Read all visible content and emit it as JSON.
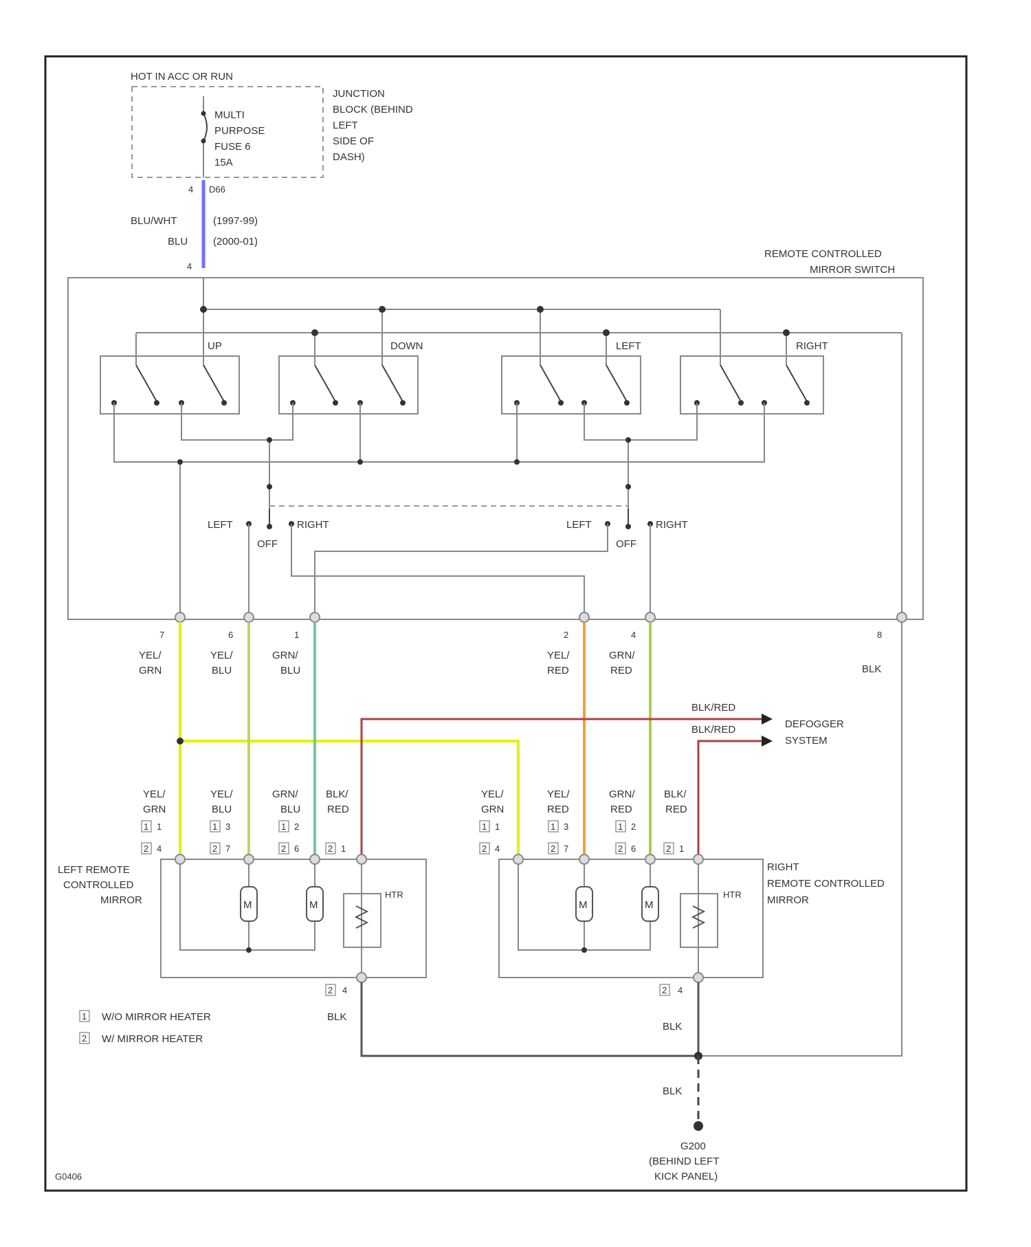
{
  "diagram_id": "G0406",
  "power": {
    "hot_label": "HOT IN ACC OR RUN",
    "fuse": [
      "MULTI",
      "PURPOSE",
      "FUSE 6",
      "15A"
    ],
    "junction": [
      "JUNCTION",
      "BLOCK (BEHIND",
      "LEFT",
      "SIDE OF",
      "DASH)"
    ],
    "pin_top": "4",
    "pin_top_code": "D66",
    "pin_switch": "4",
    "wire1_color": "BLU/WHT",
    "wire1_years": "(1997-99)",
    "wire2_color": "BLU",
    "wire2_years": "(2000-01)"
  },
  "switch_module": {
    "title": [
      "REMOTE CONTROLLED",
      "MIRROR SWITCH"
    ],
    "directions": [
      "UP",
      "DOWN",
      "LEFT",
      "RIGHT"
    ],
    "selector": {
      "left": "LEFT",
      "off": "OFF",
      "right": "RIGHT"
    }
  },
  "switch_pins": [
    {
      "pin": "7",
      "color": [
        "YEL/",
        "GRN"
      ]
    },
    {
      "pin": "6",
      "color": [
        "YEL/",
        "BLU"
      ]
    },
    {
      "pin": "1",
      "color": [
        "GRN/",
        "BLU"
      ]
    },
    {
      "pin": "2",
      "color": [
        "YEL/",
        "RED"
      ]
    },
    {
      "pin": "4",
      "color": [
        "GRN/",
        "RED"
      ]
    },
    {
      "pin": "8",
      "color": [
        "BLK"
      ]
    }
  ],
  "defogger": {
    "wires": [
      "BLK/RED",
      "BLK/RED"
    ],
    "label": [
      "DEFOGGER",
      "SYSTEM"
    ]
  },
  "left_mirror": {
    "title": [
      "LEFT REMOTE",
      "CONTROLLED",
      "MIRROR"
    ],
    "wires": [
      {
        "color": [
          "YEL/",
          "GRN"
        ],
        "pins": [
          "1",
          "4"
        ]
      },
      {
        "color": [
          "YEL/",
          "BLU"
        ],
        "pins": [
          "3",
          "7"
        ]
      },
      {
        "color": [
          "GRN/",
          "BLU"
        ],
        "pins": [
          "2",
          "6"
        ]
      },
      {
        "color": [
          "BLK/",
          "RED"
        ],
        "pins": [
          "",
          "1"
        ]
      }
    ],
    "heater": "HTR",
    "motor": "M",
    "ground_pin": "4"
  },
  "right_mirror": {
    "title": [
      "RIGHT",
      "REMOTE CONTROLLED",
      "MIRROR"
    ],
    "wires": [
      {
        "color": [
          "YEL/",
          "GRN"
        ],
        "pins": [
          "1",
          "4"
        ]
      },
      {
        "color": [
          "YEL/",
          "RED"
        ],
        "pins": [
          "3",
          "7"
        ]
      },
      {
        "color": [
          "GRN/",
          "RED"
        ],
        "pins": [
          "2",
          "6"
        ]
      },
      {
        "color": [
          "BLK/",
          "RED"
        ],
        "pins": [
          "",
          "1"
        ]
      }
    ],
    "heater": "HTR",
    "motor": "M",
    "ground_pin": "4"
  },
  "legend": [
    {
      "num": "1",
      "text": "W/O MIRROR HEATER"
    },
    {
      "num": "2",
      "text": "W/ MIRROR HEATER"
    }
  ],
  "ground": {
    "wire": "BLK",
    "label": [
      "G200",
      "(BEHIND LEFT",
      "KICK PANEL)"
    ]
  },
  "colors": {
    "blue": "#7070ff",
    "yellow_green": "#e6f000",
    "yellow_blue": "#c8d060",
    "green_blue": "#70c8a0",
    "yellow_red": "#f0a040",
    "green_red": "#a8d050",
    "black_red": "#b04040",
    "black": "#333333"
  }
}
